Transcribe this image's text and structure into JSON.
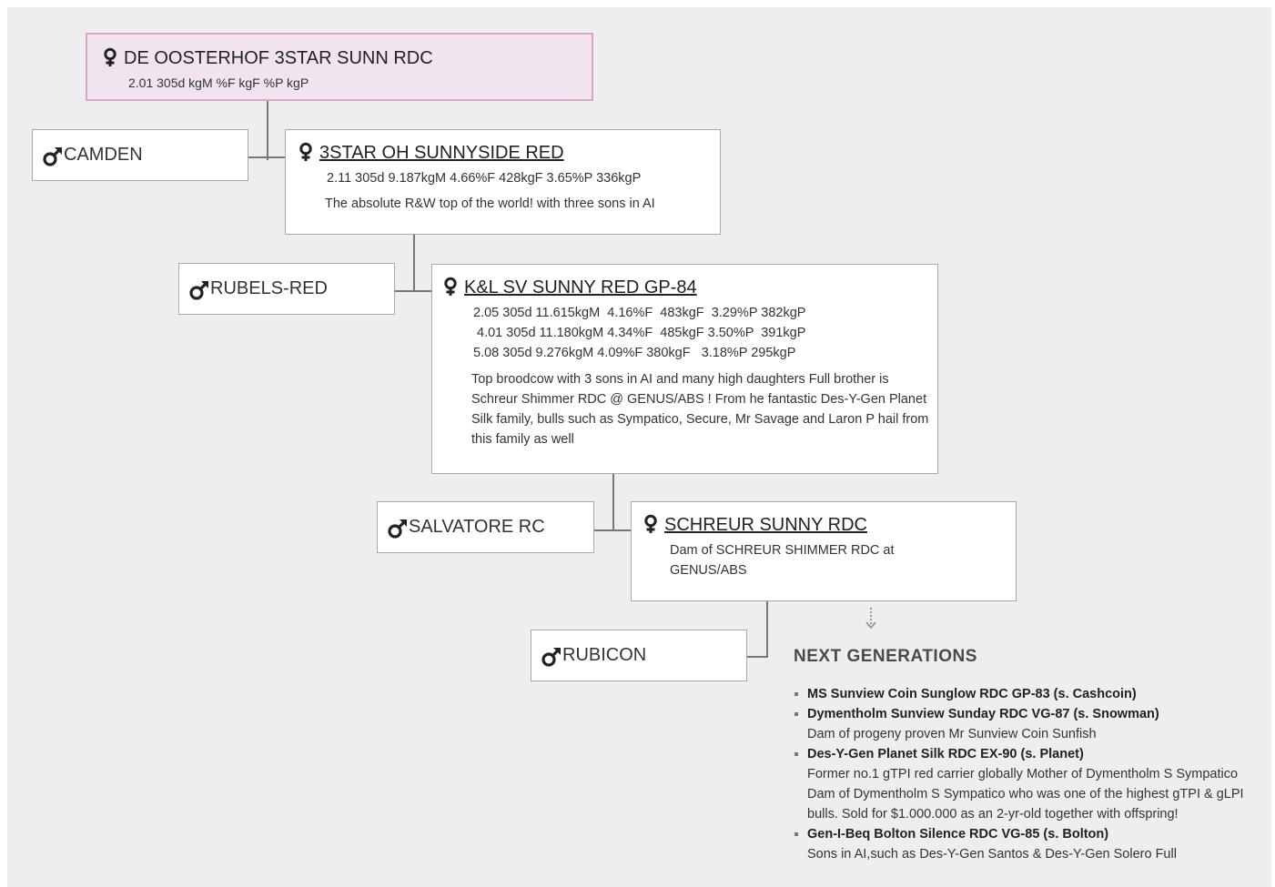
{
  "root": {
    "name": "DE OOSTERHOF 3STAR SUNN RDC",
    "stats": "2.01 305d kgM %F kgF %P kgP"
  },
  "gen1": {
    "sire": "CAMDEN",
    "dam": {
      "name": "3STAR OH SUNNYSIDE RED",
      "stats": "2.11 305d 9.187kgM 4.66%F 428kgF 3.65%P 336kgP",
      "note": "The absolute R&W top of the world! with three sons in AI"
    }
  },
  "gen2": {
    "sire": "RUBELS-RED",
    "dam": {
      "name": "K&L SV SUNNY RED GP-84",
      "stats1": "2.05 305d 11.615kgM  4.16%F  483kgF  3.29%P 382kgP",
      "stats2": "4.01 305d 11.180kgM 4.34%F  485kgF 3.50%P  391kgP",
      "stats3": "5.08 305d 9.276kgM 4.09%F 380kgF   3.18%P 295kgP",
      "note": "Top broodcow with 3 sons in AI and many high daughters Full brother is Schreur Shimmer RDC @ GENUS/ABS ! From he fantastic Des-Y-Gen Planet Silk family, bulls such as Sympatico, Secure, Mr Savage and Laron P hail from this family as well"
    }
  },
  "gen3": {
    "sire": "SALVATORE RC",
    "dam": {
      "name": "SCHREUR SUNNY RDC",
      "note": "Dam of SCHREUR SHIMMER RDC at GENUS/ABS"
    }
  },
  "gen4": {
    "sire": "RUBICON"
  },
  "next_generations": {
    "title": "NEXT GENERATIONS",
    "items": [
      {
        "name": "MS Sunview Coin Sunglow RDC GP-83 (s. Cashcoin)",
        "note": ""
      },
      {
        "name": "Dymentholm Sunview Sunday RDC VG-87 (s. Snowman)",
        "note": "Dam of progeny proven Mr Sunview Coin Sunfish"
      },
      {
        "name": "Des-Y-Gen Planet Silk RDC EX-90 (s. Planet)",
        "note": "Former no.1 gTPI red carrier globally Mother of Dymentholm S Sympatico Dam of Dymentholm S Sympatico who was one of the highest gTPI & gLPI bulls. Sold for $1.000.000 as an 2-yr-old together with offspring!"
      },
      {
        "name": "Gen-I-Beq Bolton Silence RDC VG-85 (s. Bolton)",
        "note": "Sons in AI,such as Des-Y-Gen Santos & Des-Y-Gen Solero Full"
      }
    ]
  },
  "colors": {
    "background": "#eeeeee",
    "root_fill": "#f2e4ef",
    "root_border": "#d7a6c8",
    "connector": "#777777"
  },
  "icons": {
    "female": "female-symbol-icon",
    "male": "male-symbol-icon",
    "arrow": "dashed-down-arrow-icon"
  }
}
